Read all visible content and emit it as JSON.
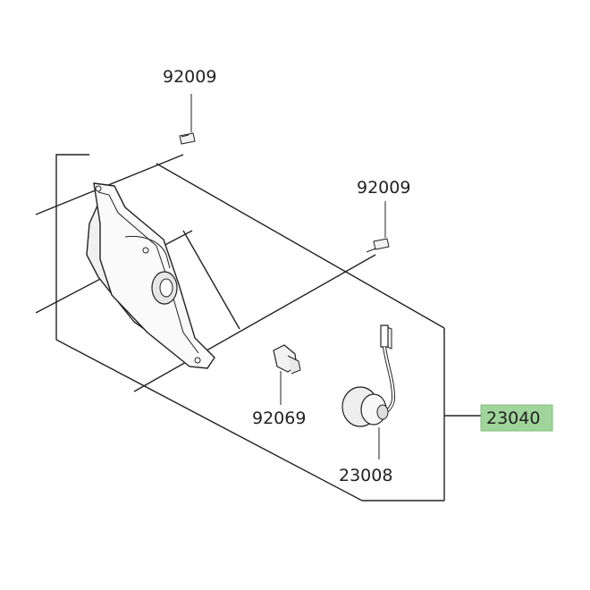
{
  "diagram": {
    "labels": {
      "screw_top": "92009",
      "screw_right": "92009",
      "bulb": "92069",
      "socket": "23008",
      "assembly": "23040"
    },
    "colors": {
      "ink": "#222222",
      "highlight_fill": "#9fd49a",
      "highlight_border": "#7fbf7a",
      "lamp_body": "#f0f0f0"
    }
  }
}
